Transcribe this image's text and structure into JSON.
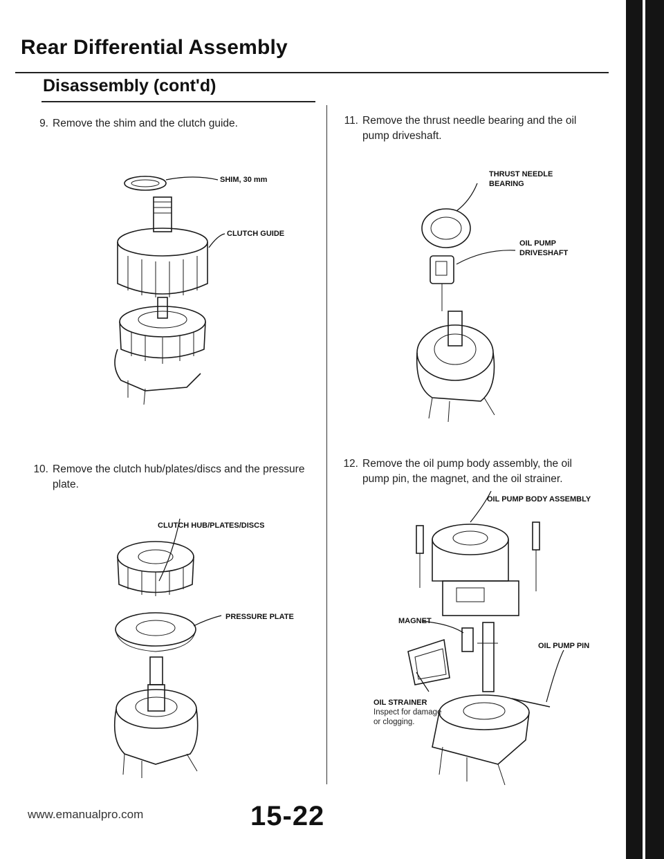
{
  "page": {
    "title": "Rear Differential Assembly",
    "subtitle": "Disassembly (cont'd)",
    "page_number": "15-22",
    "footer_url": "www.emanualpro.com"
  },
  "steps": [
    {
      "num": "9.",
      "text": "Remove the shim and the clutch guide."
    },
    {
      "num": "10.",
      "text": "Remove the clutch hub/plates/discs and the pressure plate."
    },
    {
      "num": "11.",
      "text": "Remove the thrust needle bearing and the oil pump driveshaft."
    },
    {
      "num": "12.",
      "text": "Remove the oil pump body assembly, the oil pump pin, the magnet, and the oil strainer."
    }
  ],
  "labels": {
    "shim": "SHIM, 30 mm",
    "clutch_guide": "CLUTCH GUIDE",
    "clutch_hub": "CLUTCH HUB/PLATES/DISCS",
    "pressure_plate": "PRESSURE PLATE",
    "thrust_bearing_1": "THRUST NEEDLE",
    "thrust_bearing_2": "BEARING",
    "oil_pump_drive_1": "OIL PUMP",
    "oil_pump_drive_2": "DRIVESHAFT",
    "oil_pump_body": "OIL PUMP BODY ASSEMBLY",
    "magnet": "MAGNET",
    "oil_pump_pin": "OIL PUMP PIN",
    "oil_strainer": "OIL STRAINER",
    "strainer_note_1": "Inspect for damage",
    "strainer_note_2": "or clogging."
  }
}
